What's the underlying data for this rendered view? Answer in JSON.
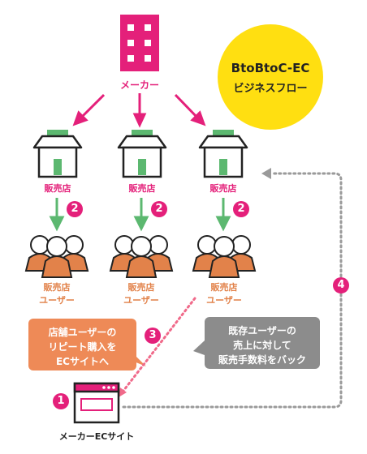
{
  "title": {
    "line1": "BtoBtoC-EC",
    "line2": "ビジネスフロー"
  },
  "maker_label": "メーカー",
  "shops": [
    {
      "label": "販売店",
      "users_line1": "販売店",
      "users_line2": "ユーザー",
      "badge": "2"
    },
    {
      "label": "販売店",
      "users_line1": "販売店",
      "users_line2": "ユーザー",
      "badge": "2"
    },
    {
      "label": "販売店",
      "users_line1": "販売店",
      "users_line2": "ユーザー",
      "badge": "2"
    }
  ],
  "callout_repeat": {
    "lines": [
      "店舗ユーザーの",
      "リピート購入を",
      "ECサイトへ"
    ]
  },
  "callout_commission": {
    "lines": [
      "既存ユーザーの",
      "売上に対して",
      "販売手数料をバック"
    ]
  },
  "badges": {
    "site": "1",
    "repeat": "3",
    "commission": "4"
  },
  "site_label": "メーカーECサイト",
  "colors": {
    "pink": "#e4207a",
    "green": "#5cb870",
    "orange": "#e2824a",
    "callout_orange": "#ee8a57",
    "gray": "#8c8c8c",
    "yellow": "#ffdf11"
  }
}
